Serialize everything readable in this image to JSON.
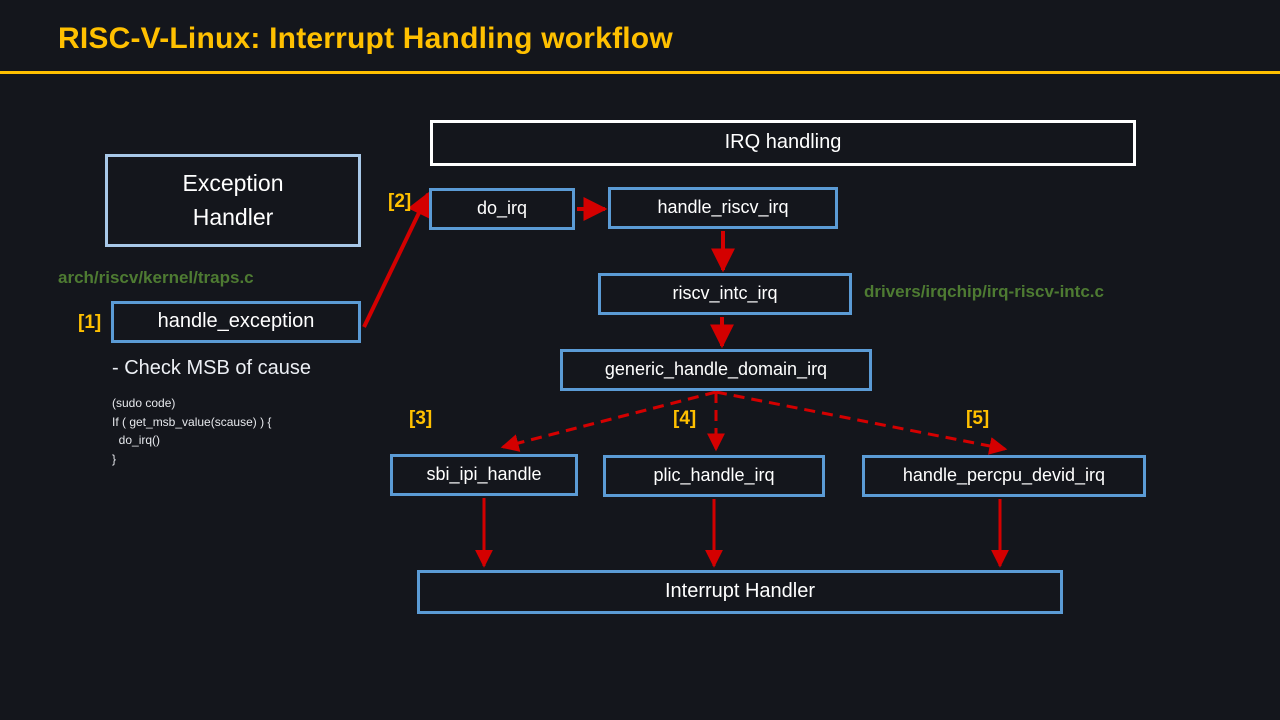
{
  "slide": {
    "title": "RISC-V-Linux: Interrupt Handling workflow",
    "background_color": "#14161c",
    "accent_color": "#ffc000",
    "box_border_color": "#5b9bd5",
    "arrow_color": "#d40000",
    "path_color": "#4e7b32"
  },
  "nodes": {
    "exception_handler_line1": "Exception",
    "exception_handler_line2": "Handler",
    "irq_handling": "IRQ handling",
    "handle_exception": "handle_exception",
    "do_irq": "do_irq",
    "handle_riscv_irq": "handle_riscv_irq",
    "riscv_intc_irq": "riscv_intc_irq",
    "generic_handle_domain_irq": "generic_handle_domain_irq",
    "sbi_ipi_handle": "sbi_ipi_handle",
    "plic_handle_irq": "plic_handle_irq",
    "handle_percpu_devid_irq": "handle_percpu_devid_irq",
    "interrupt_handler": "Interrupt Handler"
  },
  "steps": {
    "s1": "[1]",
    "s2": "[2]",
    "s3": "[3]",
    "s4": "[4]",
    "s5": "[5]"
  },
  "source_paths": {
    "traps": "arch/riscv/kernel/traps.c",
    "intc": "drivers/irqchip/irq-riscv-intc.c"
  },
  "notes": {
    "check_msb": "- Check MSB of cause",
    "pseudocode": "(sudo code)\nIf ( get_msb_value(scause) ) {\n  do_irq()\n}"
  }
}
